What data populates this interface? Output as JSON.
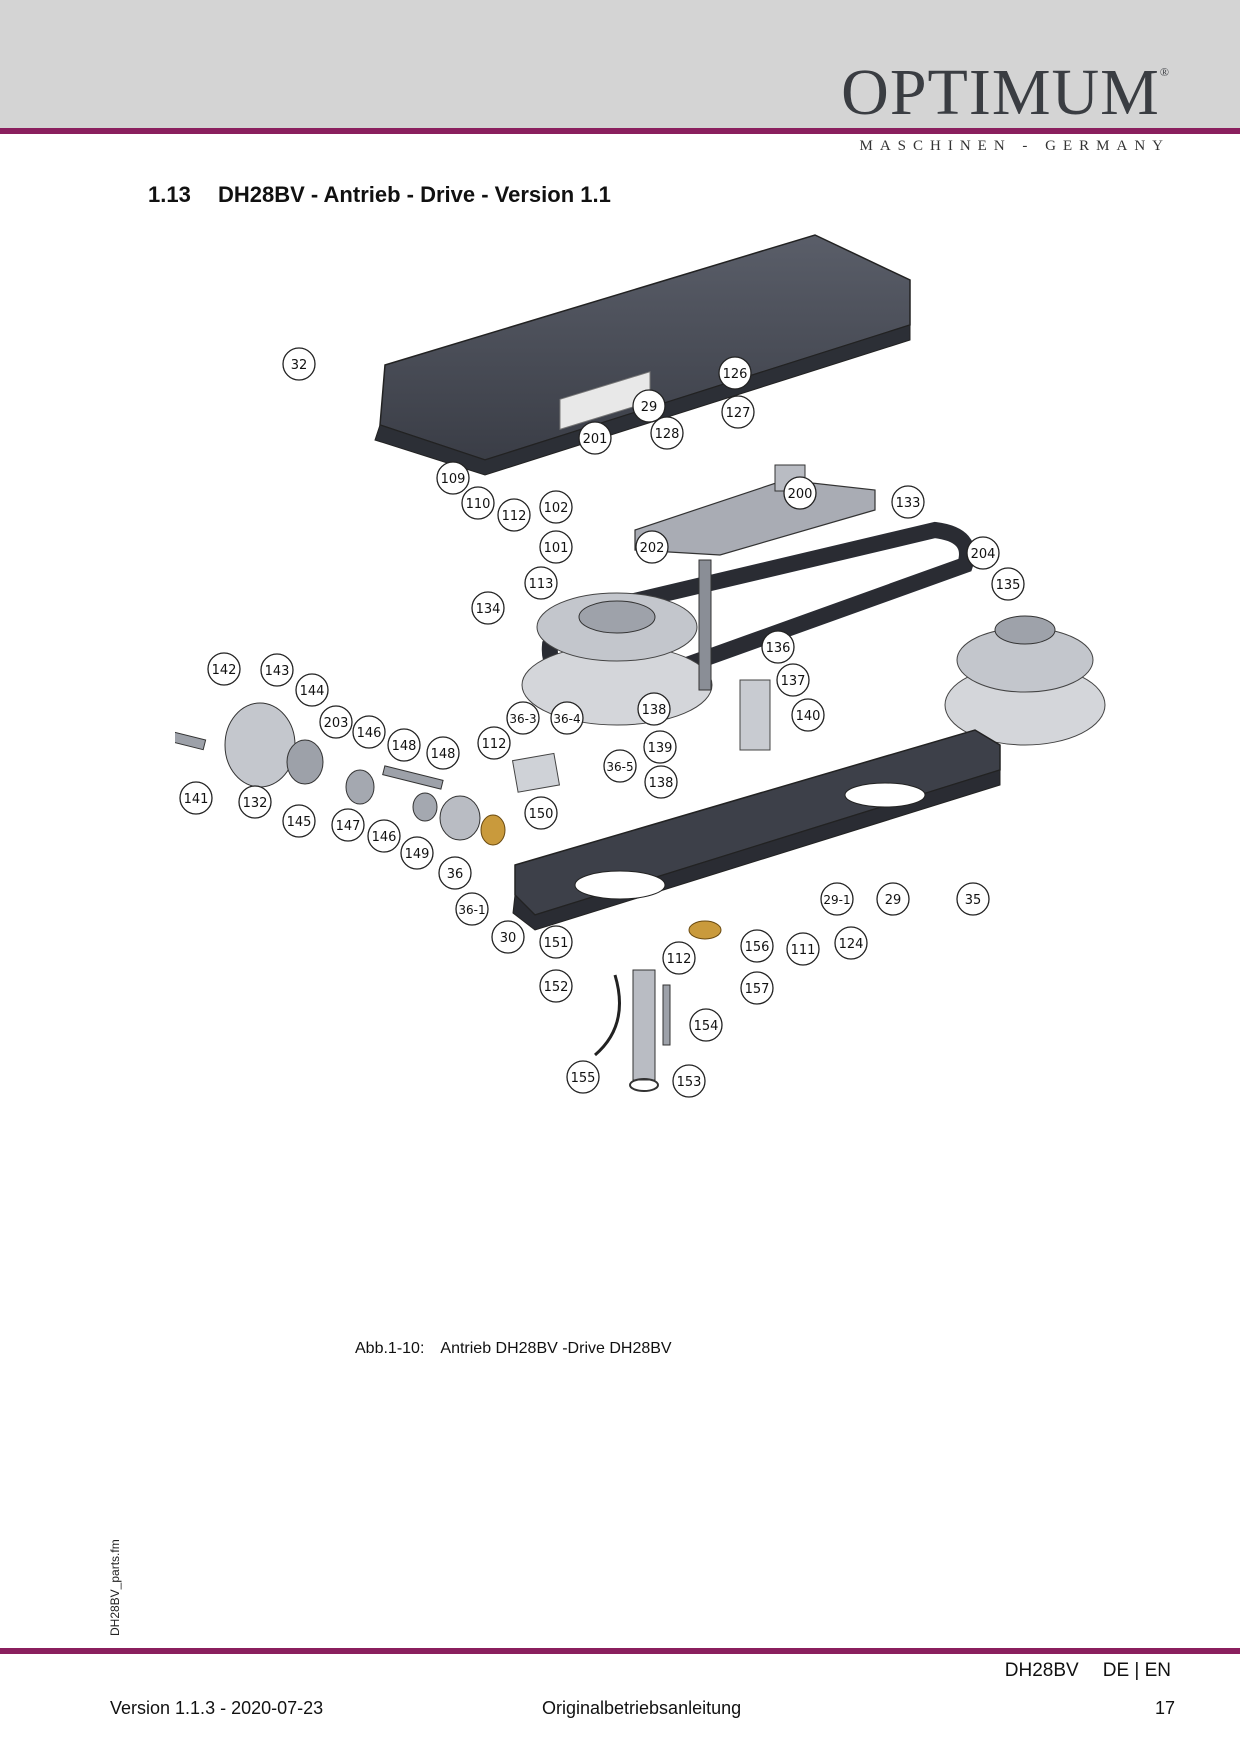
{
  "header": {
    "brand": "OPTIMUM",
    "registered": "®",
    "tagline": "MASCHINEN - GERMANY"
  },
  "section": {
    "number": "1.13",
    "title": "DH28BV - Antrieb - Drive - Version 1.1"
  },
  "figure": {
    "callouts": [
      "32",
      "126",
      "29",
      "127",
      "128",
      "201",
      "109",
      "110",
      "112",
      "102",
      "200",
      "133",
      "101",
      "202",
      "204",
      "113",
      "135",
      "134",
      "136",
      "137",
      "142",
      "143",
      "144",
      "203",
      "146",
      "148",
      "148",
      "36-3",
      "36-4",
      "112",
      "138",
      "140",
      "141",
      "132",
      "145",
      "147",
      "146",
      "149",
      "36-5",
      "139",
      "138",
      "150",
      "36",
      "36-1",
      "29-1",
      "29",
      "35",
      "30",
      "151",
      "112",
      "156",
      "111",
      "124",
      "152",
      "157",
      "154",
      "155",
      "153"
    ]
  },
  "caption": {
    "label": "Abb.1-10:",
    "text": "Antrieb DH28BV -Drive DH28BV"
  },
  "side_file": "DH28BV_parts.fm",
  "footer": {
    "model": "DH28BV",
    "languages": "DE | EN",
    "version": "Version 1.1.3 - 2020-07-23",
    "doc_type": "Originalbetriebsanleitung",
    "page": "17"
  }
}
